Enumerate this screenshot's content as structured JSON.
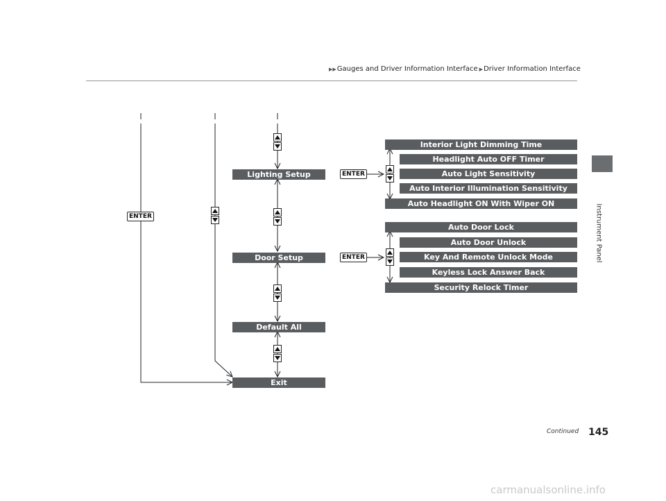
{
  "breadcrumb": {
    "part1": "Gauges and Driver Information Interface",
    "part2": "Driver Information Interface"
  },
  "side_tab_label": "Instrument Panel",
  "enter_label": "ENTER",
  "menu": {
    "lighting": "Lighting Setup",
    "door": "Door Setup",
    "default_all": "Default All",
    "exit": "Exit"
  },
  "lighting_items": [
    "Interior Light Dimming Time",
    "Headlight Auto OFF Timer",
    "Auto Light Sensitivity",
    "Auto Interior Illumination Sensitivity",
    "Auto Headlight ON With Wiper ON"
  ],
  "door_items": [
    "Auto Door Lock",
    "Auto Door Unlock",
    "Key And Remote Unlock Mode",
    "Keyless Lock Answer Back",
    "Security Relock Timer"
  ],
  "footer": {
    "continued": "Continued",
    "page_number": "145"
  },
  "watermark": "carmanualsonline.info"
}
